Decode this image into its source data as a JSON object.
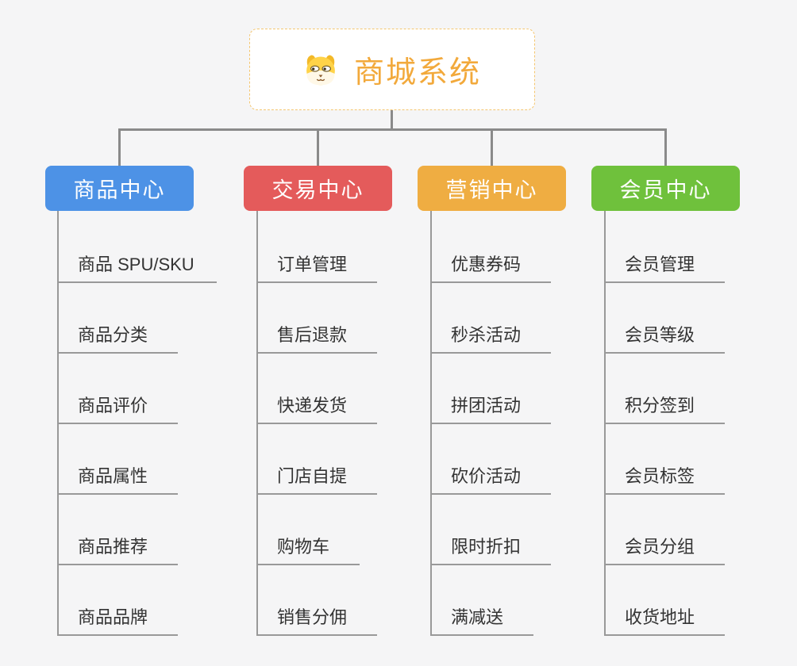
{
  "root": {
    "title": "商城系统",
    "icon": "dog-face-icon"
  },
  "branches": [
    {
      "label": "商品中心",
      "color": "#4d92e6",
      "items": [
        "商品 SPU/SKU",
        "商品分类",
        "商品评价",
        "商品属性",
        "商品推荐",
        "商品品牌"
      ]
    },
    {
      "label": "交易中心",
      "color": "#e45b5b",
      "items": [
        "订单管理",
        "售后退款",
        "快递发货",
        "门店自提",
        "购物车",
        "销售分佣"
      ]
    },
    {
      "label": "营销中心",
      "color": "#efad42",
      "items": [
        "优惠券码",
        "秒杀活动",
        "拼团活动",
        "砍价活动",
        "限时折扣",
        "满减送"
      ]
    },
    {
      "label": "会员中心",
      "color": "#6fc13c",
      "items": [
        "会员管理",
        "会员等级",
        "积分签到",
        "会员标签",
        "会员分组",
        "收货地址"
      ]
    }
  ],
  "colors": {
    "background": "#f5f5f6",
    "connector": "#8a8a8a",
    "item_line": "#999999",
    "item_text": "#333333",
    "root_accent": "#f2a93b",
    "root_border": "#f4c670"
  }
}
